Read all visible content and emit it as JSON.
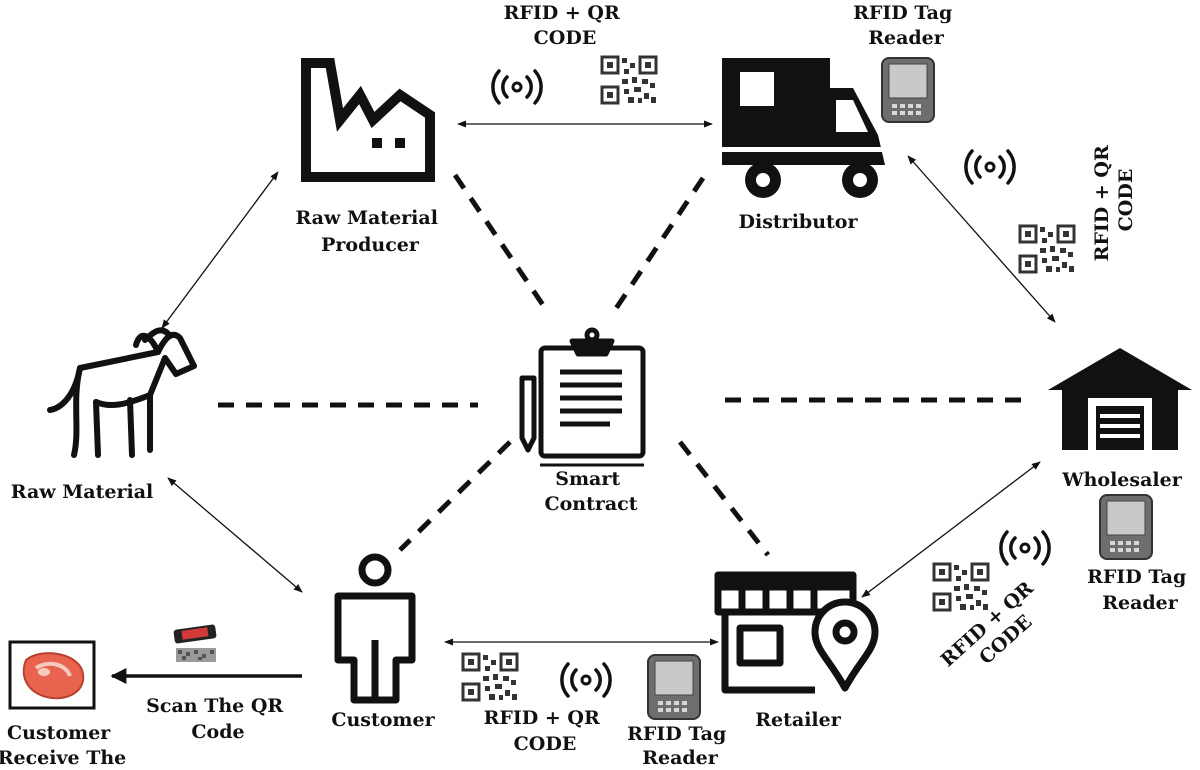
{
  "nodes": {
    "producer": {
      "line1": "Raw Material",
      "line2": "Producer",
      "icon": "factory-icon"
    },
    "distributor": {
      "label": "Distributor",
      "icon": "truck-icon"
    },
    "raw_material": {
      "label": "Raw Material",
      "icon": "goat-icon"
    },
    "smart_contract": {
      "line1": "Smart",
      "line2": "Contract",
      "icon": "clipboard-icon"
    },
    "wholesaler": {
      "label": "Wholesaler",
      "icon": "warehouse-icon"
    },
    "customer": {
      "label": "Customer",
      "icon": "person-icon"
    },
    "retailer": {
      "label": "Retailer",
      "icon": "store-icon"
    },
    "receive": {
      "line1": "Customer",
      "line2": "Receive The",
      "icon": "meat-icon"
    }
  },
  "edges": {
    "top": {
      "line1": "RFID + QR",
      "line2": "CODE"
    },
    "right_top": {
      "line1": "RFID + QR",
      "line2": "CODE"
    },
    "right_bottom": {
      "line1": "RFID + QR",
      "line2": "CODE"
    },
    "bottom": {
      "line1": "RFID + QR",
      "line2": "CODE"
    },
    "scan": {
      "line1": "Scan The QR",
      "line2": "Code"
    }
  },
  "readers": {
    "distributor": {
      "line1": "RFID Tag",
      "line2": "Reader"
    },
    "wholesaler": {
      "line1": "RFID Tag",
      "line2": "Reader"
    },
    "retailer": {
      "line1": "RFID Tag",
      "line2": "Reader"
    }
  },
  "colors": {
    "ink": "#111111",
    "meat": "#e8644f",
    "meat_fat": "#f6c9bd",
    "device": "#6e6e6e",
    "screen": "#c9c9c9"
  }
}
